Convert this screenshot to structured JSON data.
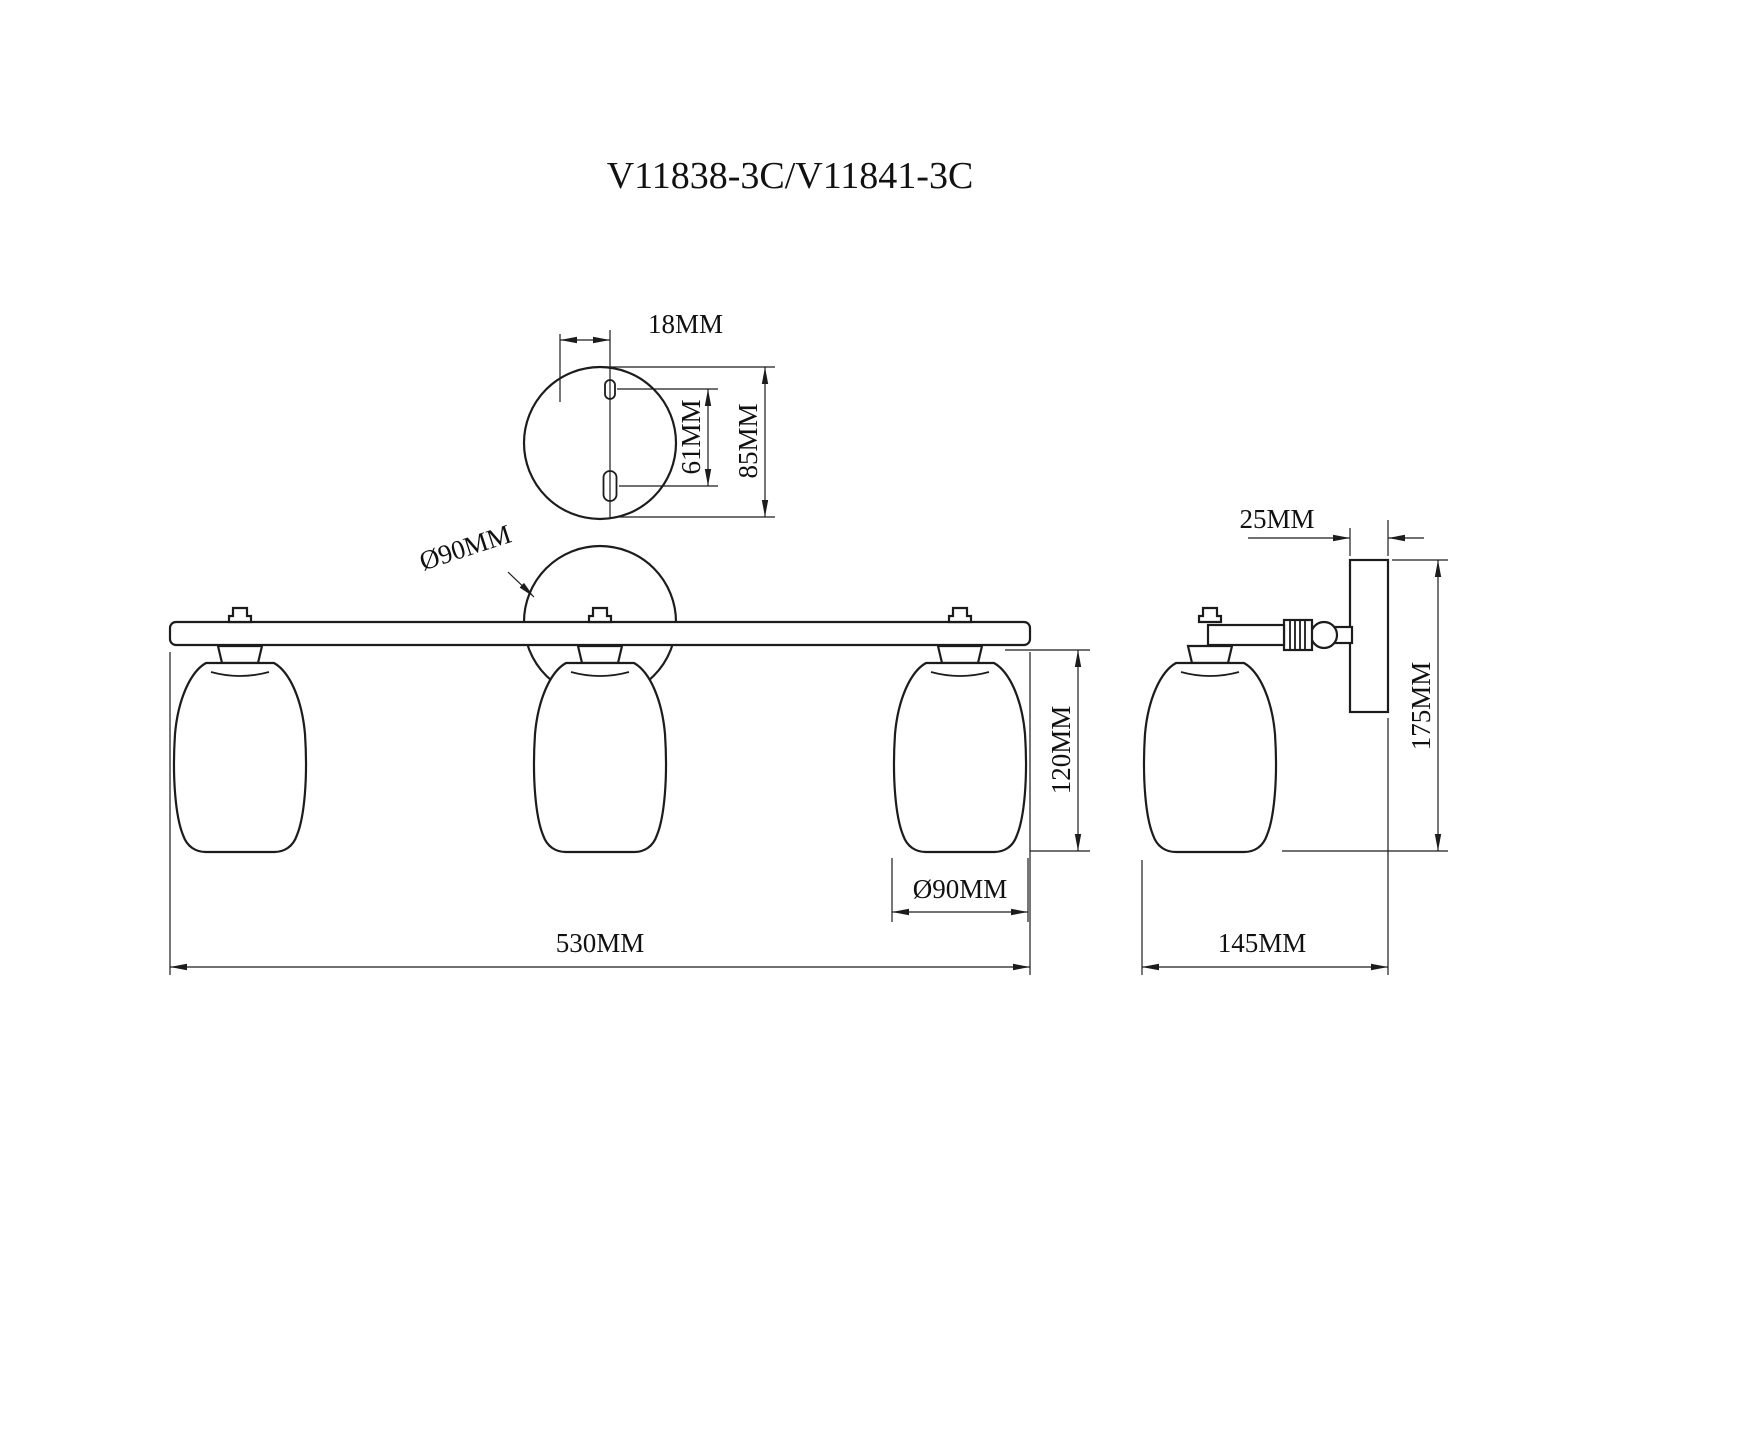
{
  "title": "V11838-3C/V11841-3C",
  "mount_detail": {
    "slot_offset": "18MM",
    "hole_spacing": "61MM",
    "plate_height": "85MM"
  },
  "front_view": {
    "canopy_diameter": "Ø90MM",
    "shade_height": "120MM",
    "shade_diameter": "Ø90MM",
    "overall_width": "530MM"
  },
  "side_view": {
    "wall_plate_depth": "25MM",
    "overall_height": "175MM",
    "overall_depth": "145MM"
  },
  "colors": {
    "line": "#1c1c1c",
    "background": "#ffffff"
  }
}
